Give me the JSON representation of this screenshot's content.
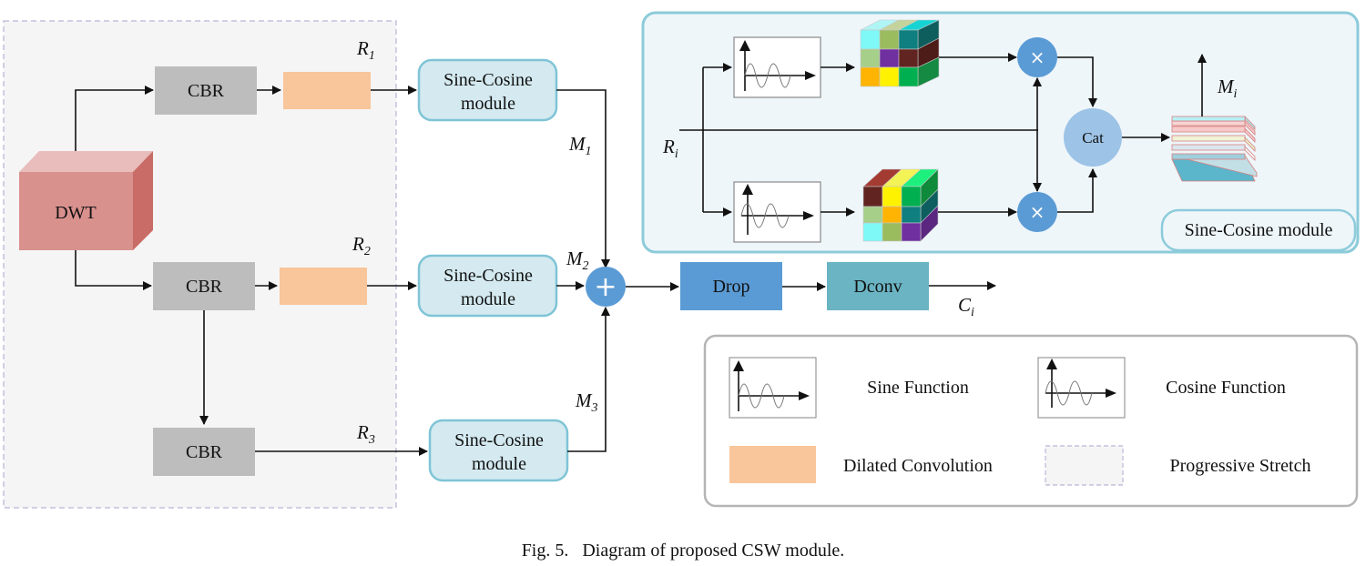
{
  "caption": "Fig. 5.   Diagram of proposed CSW module.",
  "left_block": {
    "dwt_label": "DWT",
    "cbr_labels": [
      "CBR",
      "CBR",
      "CBR"
    ],
    "r_labels": [
      {
        "base": "R",
        "sub": "1"
      },
      {
        "base": "R",
        "sub": "2"
      },
      {
        "base": "R",
        "sub": "3"
      }
    ]
  },
  "middle": {
    "module_label_line1": "Sine-Cosine",
    "module_label_line2": "module",
    "m_labels": [
      {
        "base": "M",
        "sub": "1"
      },
      {
        "base": "M",
        "sub": "2"
      },
      {
        "base": "M",
        "sub": "3"
      }
    ],
    "sum_symbol": "+",
    "drop_label": "Drop",
    "dconv_label": "Dconv",
    "output_label": {
      "base": "C",
      "sub": "i"
    }
  },
  "detail_panel": {
    "input_label": {
      "base": "R",
      "sub": "i"
    },
    "multiply_symbol": "×",
    "cat_label": "Cat",
    "output_label": {
      "base": "M",
      "sub": "i"
    },
    "title": "Sine-Cosine module"
  },
  "legend": {
    "items": [
      {
        "icon": "sine-function-icon",
        "label": "Sine Function"
      },
      {
        "icon": "cosine-function-icon",
        "label": "Cosine Function"
      },
      {
        "icon": "dilated-convolution-swatch",
        "label": "Dilated Convolution"
      },
      {
        "icon": "progressive-stretch-swatch",
        "label": "Progressive Stretch"
      }
    ]
  },
  "colors": {
    "dwt_front": "#d9918e",
    "dwt_top": "#e8bdbb",
    "dwt_side": "#c96b66",
    "cbr": "#bdbdbd",
    "dilated_conv": "#f9c59a",
    "progressive_bg": "#f5f5f5",
    "progressive_border": "#b8b8d8",
    "module_fill": "#d4eaf0",
    "module_border": "#7fc4d6",
    "panel_fill": "#eef6fa",
    "op_circle": "#5b9bd5",
    "cat_circle": "#9dc3e6",
    "drop": "#5b9bd5",
    "dconv": "#6ab4c3"
  }
}
